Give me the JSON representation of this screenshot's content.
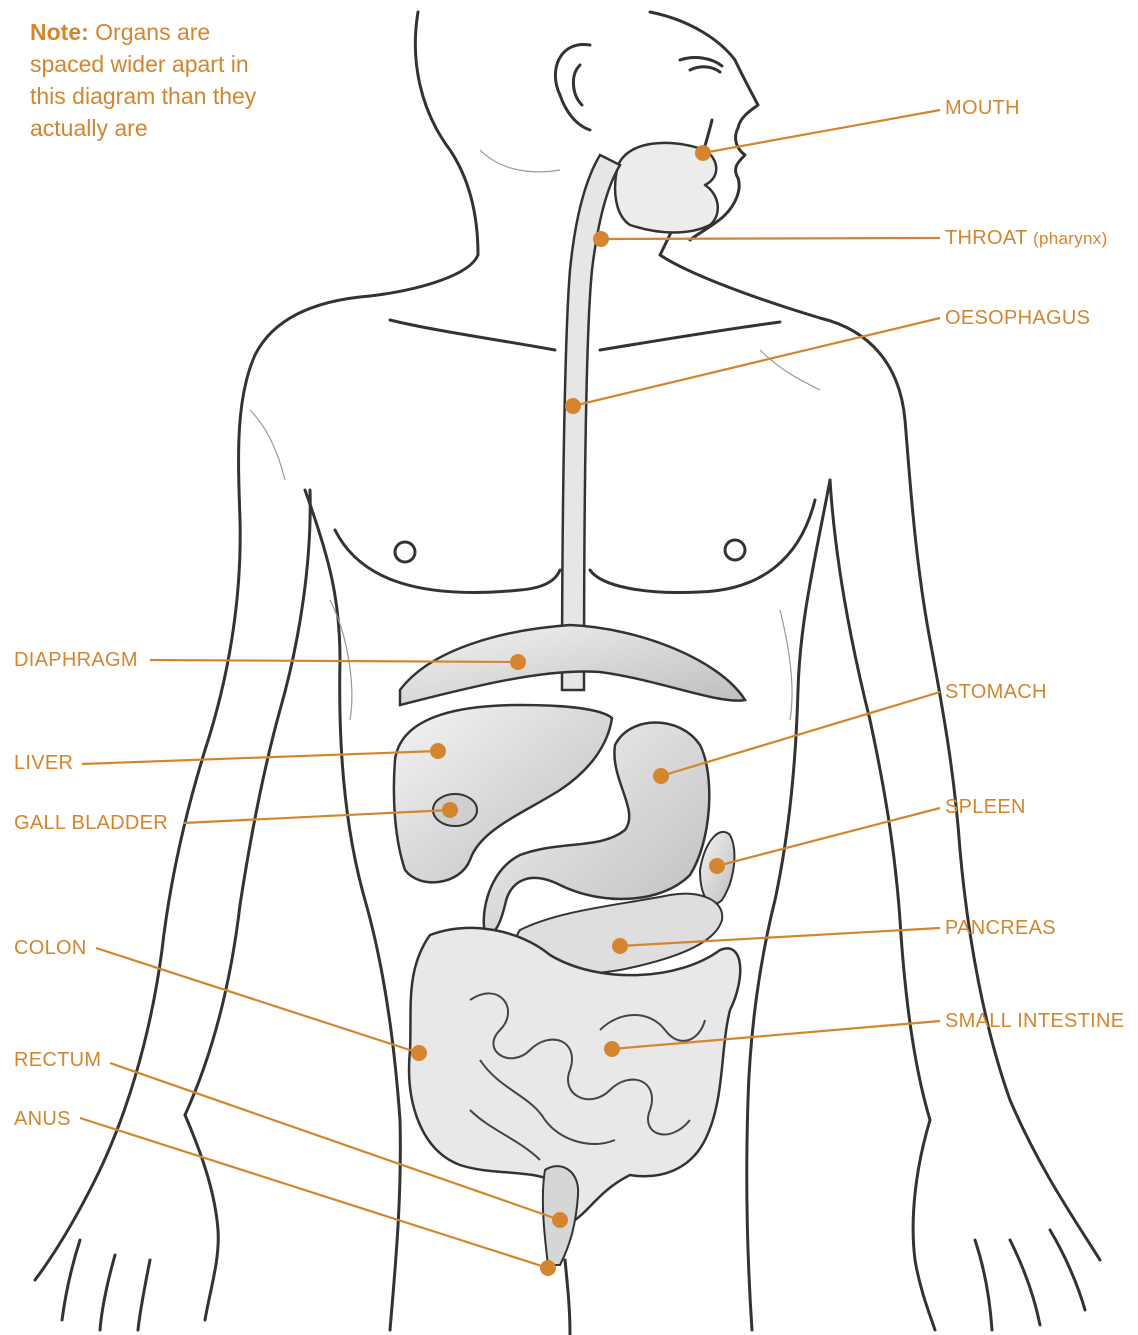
{
  "note": {
    "prefix": "Note:",
    "text": "Organs are spaced wider apart in this diagram than they actually are"
  },
  "colors": {
    "accent": "#d4852e",
    "outline": "#333333",
    "organ_fill": "#d9d9d9"
  },
  "labels": {
    "mouth": "MOUTH",
    "throat": "THROAT",
    "throat_suffix": "(pharynx)",
    "oesophagus": "OESOPHAGUS",
    "diaphragm": "DIAPHRAGM",
    "stomach": "STOMACH",
    "liver": "LIVER",
    "gall_bladder": "GALL BLADDER",
    "spleen": "SPLEEN",
    "colon": "COLON",
    "pancreas": "PANCREAS",
    "small_intestine": "SMALL INTESTINE",
    "rectum": "RECTUM",
    "anus": "ANUS"
  }
}
